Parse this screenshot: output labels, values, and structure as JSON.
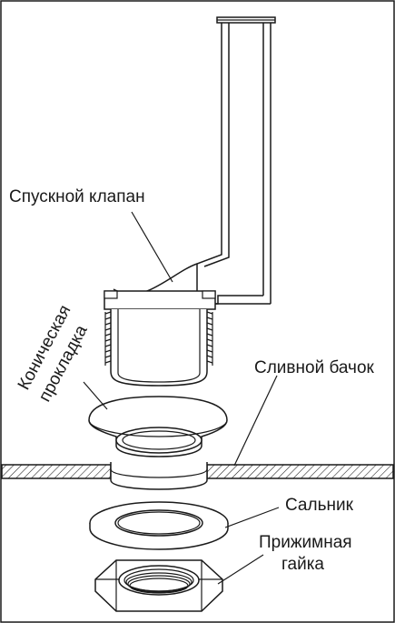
{
  "labels": {
    "drain_valve": "Спускной клапан",
    "conical_gasket_line1": "Коническая",
    "conical_gasket_line2": "прокладка",
    "cistern": "Сливной бачок",
    "seal": "Сальник",
    "clamping_nut_line1": "Прижимная",
    "clamping_nut_line2": "гайка"
  },
  "colors": {
    "line": "#1a1a1a",
    "background": "#ffffff"
  }
}
